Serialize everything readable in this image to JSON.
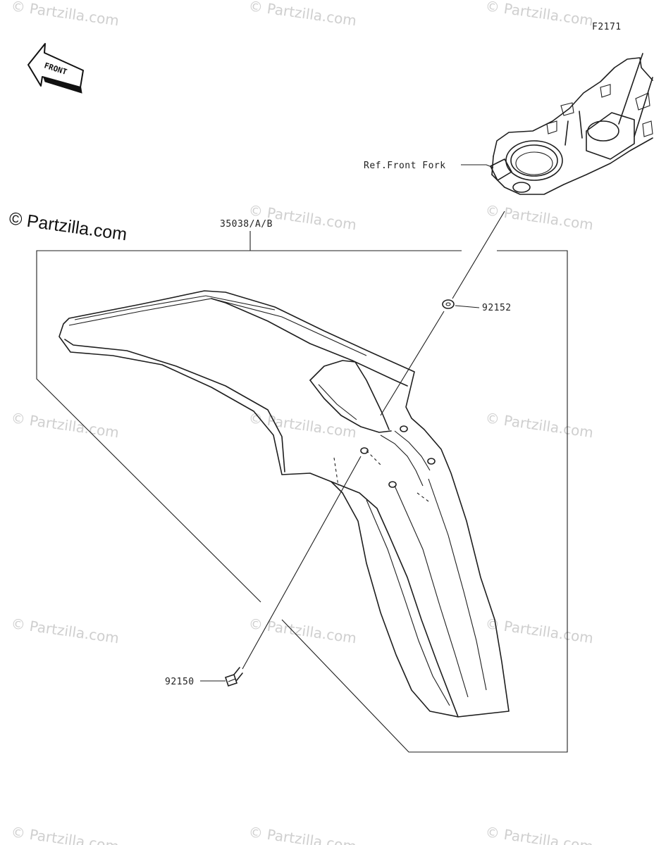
{
  "diagram": {
    "figure_code": "F2171",
    "front_arrow_label": "FRONT",
    "brand_label": "© Partzilla.com",
    "watermark_text": "© Partzilla.com",
    "parts": {
      "fender": "35038/A/B",
      "washer": "92152",
      "bolt": "92150"
    },
    "reference_label": "Ref.Front Fork"
  }
}
